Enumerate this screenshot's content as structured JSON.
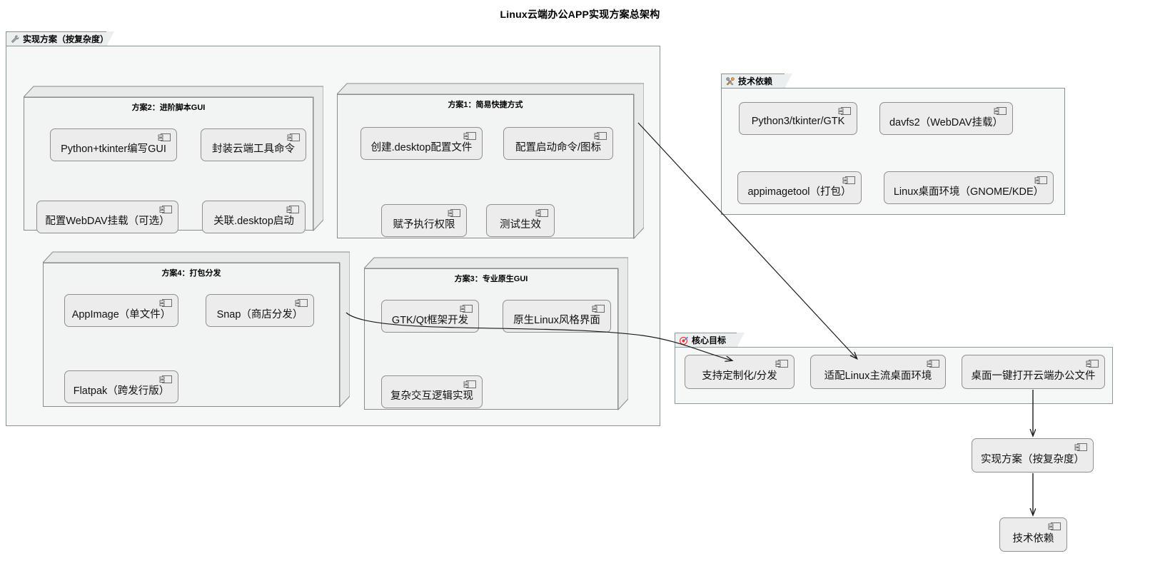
{
  "diagram": {
    "title": "Linux云端办公APP实现方案总架构",
    "type": "uml-component-diagram"
  },
  "packages": {
    "solutions": {
      "label": "实现方案（按复杂度）",
      "icon": "wrench-icon",
      "border_color": "#869296",
      "tab_color": "#eceff0",
      "body_color": "#f6f7f7"
    },
    "tech_deps": {
      "label": "技术依赖",
      "icon": "tools-icon",
      "border_color": "#869296",
      "tab_color": "#eceff0",
      "body_color": "#f6f7f7"
    },
    "core_goals": {
      "label": "核心目标",
      "icon": "target-icon",
      "border_color": "#8a9ba0",
      "tab_color": "#eceff0",
      "body_color": "#f6f7f7"
    }
  },
  "nodes": {
    "solution2": {
      "title": "方案2：进阶脚本GUI",
      "components": [
        {
          "label": "Python+tkinter编写GUI"
        },
        {
          "label": "封装云端工具命令"
        },
        {
          "label": "配置WebDAV挂载（可选）"
        },
        {
          "label": "关联.desktop启动"
        }
      ]
    },
    "solution1": {
      "title": "方案1：简易快捷方式",
      "components": [
        {
          "label": "创建.desktop配置文件"
        },
        {
          "label": "配置启动命令/图标"
        },
        {
          "label": "赋予执行权限"
        },
        {
          "label": "测试生效"
        }
      ]
    },
    "solution4": {
      "title": "方案4：打包分发",
      "components": [
        {
          "label": "AppImage（单文件）"
        },
        {
          "label": "Snap（商店分发）"
        },
        {
          "label": "Flatpak（跨发行版）"
        }
      ]
    },
    "solution3": {
      "title": "方案3：专业原生GUI",
      "components": [
        {
          "label": "GTK/Qt框架开发"
        },
        {
          "label": "原生Linux风格界面"
        },
        {
          "label": "复杂交互逻辑实现"
        }
      ]
    }
  },
  "tech_dep_components": [
    {
      "label": "Python3/tkinter/GTK"
    },
    {
      "label": "davfs2（WebDAV挂载）"
    },
    {
      "label": "appimagetool（打包）"
    },
    {
      "label": "Linux桌面环境（GNOME/KDE）"
    }
  ],
  "core_goal_components": [
    {
      "label": "支持定制化/分发"
    },
    {
      "label": "适配Linux主流桌面环境"
    },
    {
      "label": "桌面一键打开云端办公文件"
    }
  ],
  "standalone_components": [
    {
      "label": "实现方案（按复杂度）"
    },
    {
      "label": "技术依赖"
    }
  ],
  "connections": [
    {
      "from": "配置启动命令/图标",
      "to": "适配Linux主流桌面环境",
      "style": "solid-arrow"
    },
    {
      "from": "Snap（商店分发）",
      "to": "支持定制化/分发",
      "style": "solid-curved-arrow"
    },
    {
      "from": "桌面一键打开云端办公文件",
      "to": "实现方案（按复杂度）",
      "style": "solid-arrow"
    },
    {
      "from": "实现方案（按复杂度）",
      "to": "技术依赖",
      "style": "solid-arrow"
    }
  ],
  "colors": {
    "component_fill": "#ececec",
    "component_border": "#8f8f8f",
    "node_fill": "#f2f3f3",
    "node_border": "#8a8a8a",
    "arrow": "#1a1a1a"
  }
}
